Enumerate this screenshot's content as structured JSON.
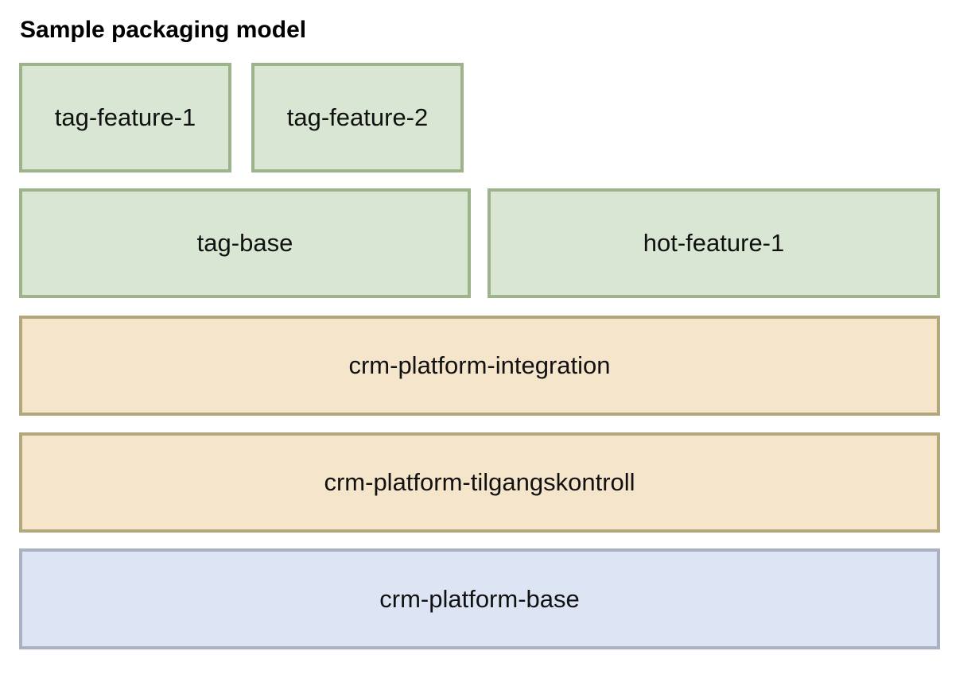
{
  "title": "Sample packaging model",
  "colors": {
    "feature_fill": "#d8e6d3",
    "feature_border": "#9db38a",
    "integration_fill": "#f5e5ca",
    "integration_border": "#b3a77c",
    "base_fill": "#dde5f5",
    "base_border": "#a9b1c3"
  },
  "layers": {
    "features": [
      "tag-feature-1",
      "tag-feature-2"
    ],
    "feature_bases": [
      "tag-base",
      "hot-feature-1"
    ],
    "integration": "crm-platform-integration",
    "access_control": "crm-platform-tilgangskontroll",
    "base": "crm-platform-base"
  }
}
